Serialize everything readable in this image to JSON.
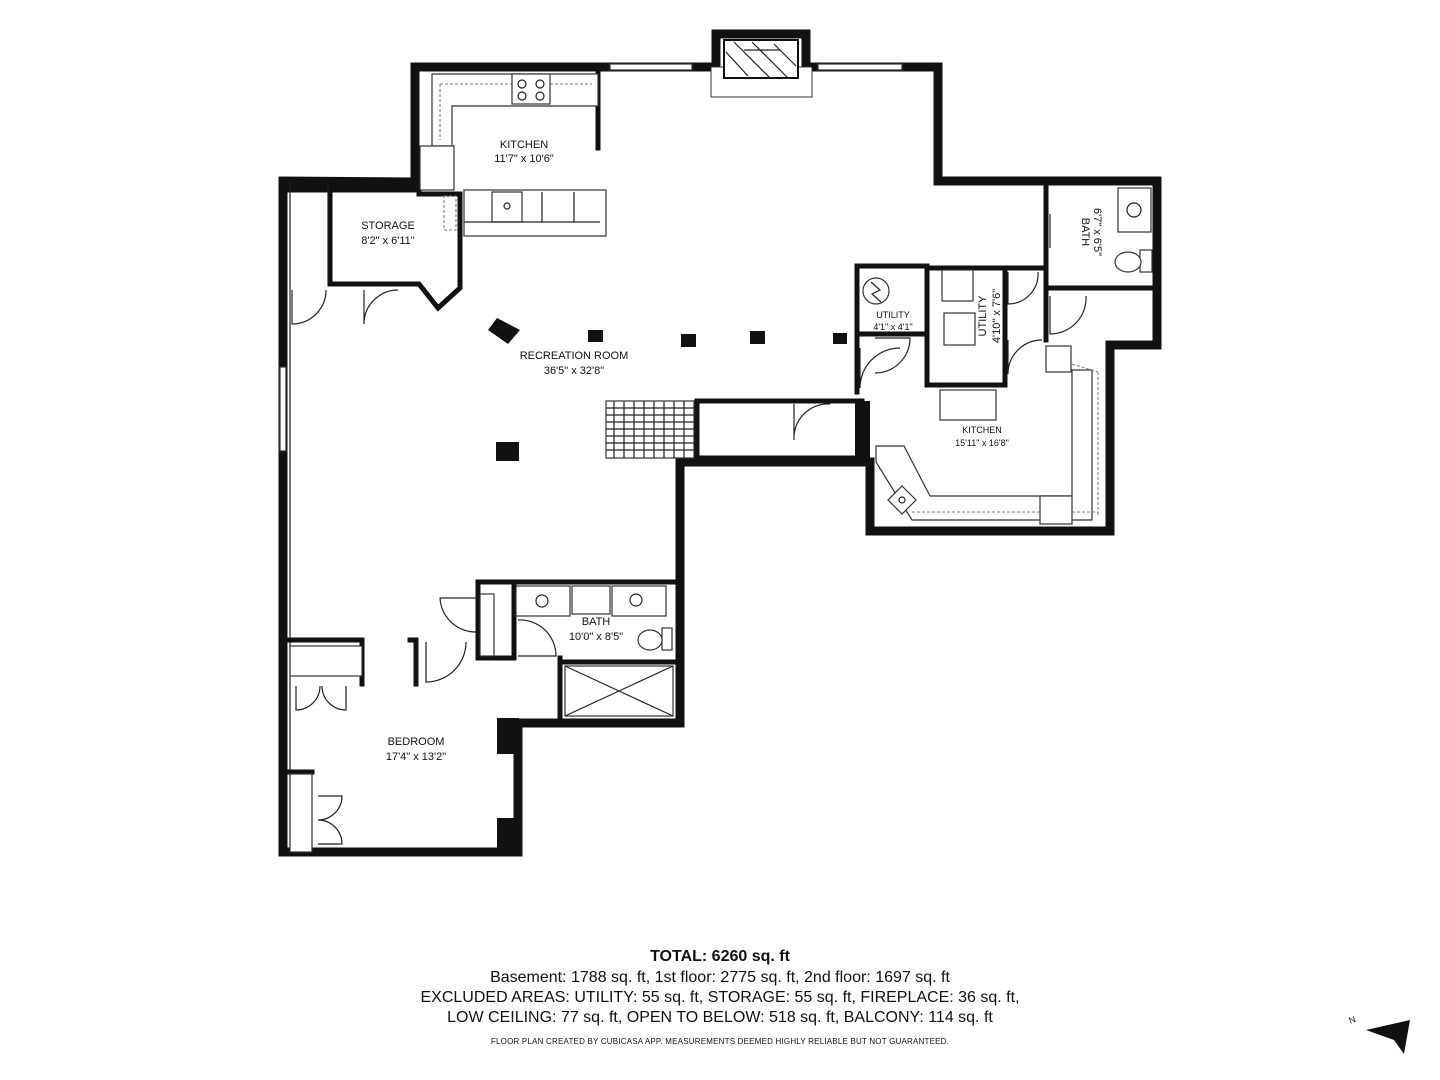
{
  "rooms": {
    "kitchen_main": {
      "name": "KITCHEN",
      "dims": "11'7\" x 10'6\""
    },
    "storage": {
      "name": "STORAGE",
      "dims": "8'2\" x 6'11\""
    },
    "recreation": {
      "name": "RECREATION ROOM",
      "dims": "36'5\" x 32'8\""
    },
    "utility_small": {
      "name": "UTILITY",
      "dims": "4'1\" x 4'1\""
    },
    "utility_large": {
      "name": "UTILITY",
      "dims": "4'10\" x 7'6\""
    },
    "bath_small": {
      "name": "BATH",
      "dims": "6'7\" x 6'5\""
    },
    "kitchen_second": {
      "name": "KITCHEN",
      "dims": "15'11\" x 16'8\""
    },
    "bath_main": {
      "name": "BATH",
      "dims": "10'0\" x 8'5\""
    },
    "bedroom": {
      "name": "BEDROOM",
      "dims": "17'4\" x 13'2\""
    }
  },
  "summary": {
    "total": "TOTAL: 6260 sq. ft",
    "line1": "Basement: 1788 sq. ft, 1st floor: 2775 sq. ft, 2nd floor: 1697 sq. ft",
    "line2": "EXCLUDED AREAS: UTILITY: 55 sq. ft, STORAGE: 55 sq. ft, FIREPLACE: 36 sq. ft,",
    "line3": "LOW CEILING: 77 sq. ft, OPEN TO BELOW: 518 sq. ft, BALCONY: 114 sq. ft",
    "credit": "FLOOR PLAN CREATED BY CUBICASA APP. MEASUREMENTS DEEMED HIGHLY RELIABLE BUT NOT GUARANTEED."
  },
  "compass": {
    "letter": "N",
    "icon": "north-arrow-icon"
  }
}
